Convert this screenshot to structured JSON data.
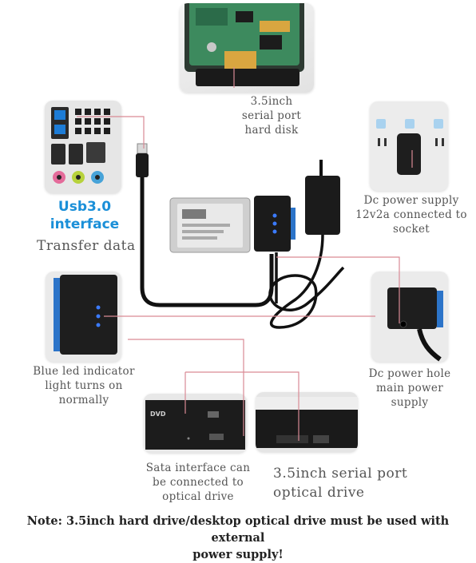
{
  "labels": {
    "hdd_35": [
      "3.5inch",
      "serial port",
      "hard disk"
    ],
    "usb_title": [
      "Usb3.0",
      "interface"
    ],
    "transfer": "Transfer data",
    "dc_supply": [
      "Dc power supply",
      "12v2a connected to",
      "socket"
    ],
    "blue_led": [
      "Blue led indicator",
      "light turns on",
      "normally"
    ],
    "dc_hole": [
      "Dc power hole",
      "main power",
      "supply"
    ],
    "sata": [
      "Sata interface can",
      "be connected to",
      "optical drive"
    ],
    "optical": [
      "3.5inch serial port",
      "optical drive"
    ],
    "note": [
      "Note: 3.5inch hard drive/desktop optical drive must be used with external",
      "power supply!"
    ]
  },
  "colors": {
    "pointer_line": "#d98a95",
    "usb_blue": "#1a8fd8",
    "cable": "#111111",
    "led": "#2a6cf0"
  },
  "icons": [
    "usb-port-icon",
    "dvd-logo-icon"
  ]
}
